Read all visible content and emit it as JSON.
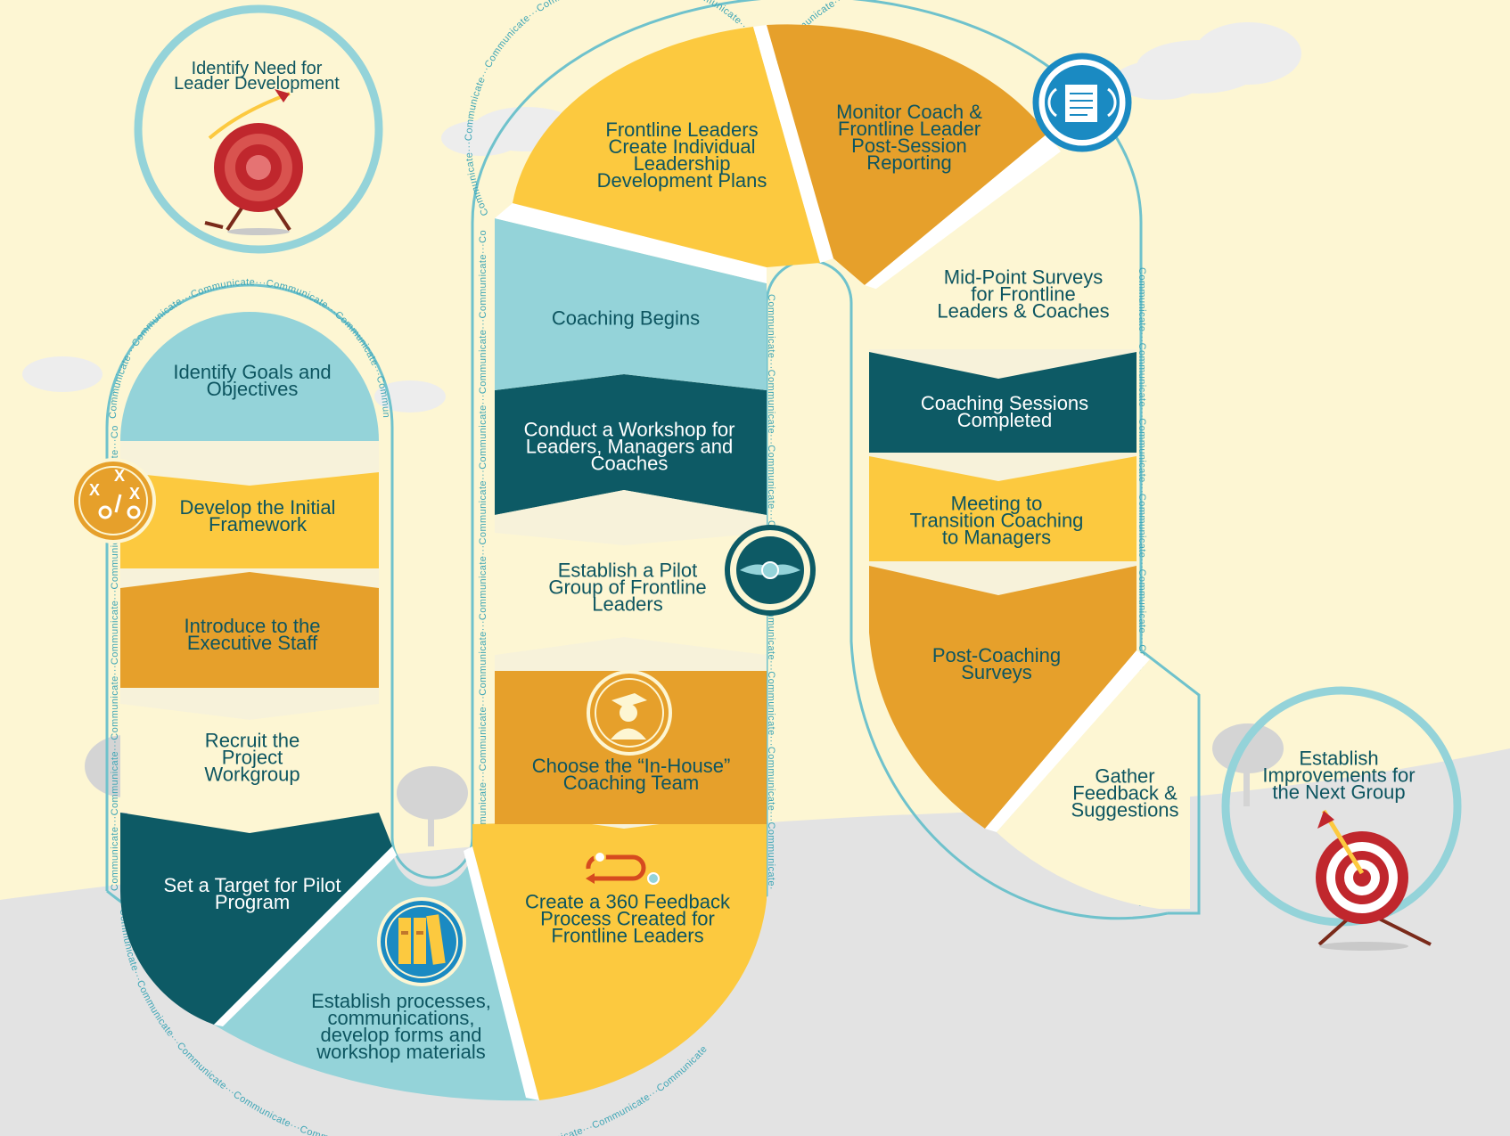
{
  "colors": {
    "background": "#fdf6d3",
    "ground": "#e3e3e3",
    "cloud": "#ededed",
    "tree": "#d4d4d4",
    "light_blue": "#94d3d9",
    "yellow": "#fcc93f",
    "orange": "#e6a02b",
    "dark_teal": "#0d5a65",
    "cream": "#fdf6d3",
    "border": "#6fc2cc",
    "text_dark": "#0d5560",
    "target_red": "#c0272d"
  },
  "path_text": "Communicate",
  "start_circle": {
    "label": "Identify Need for\nLeader Development",
    "icon": "target-arrow-icon"
  },
  "end_circle": {
    "label": "Establish\nImprovements for\nthe Next Group",
    "icon": "target-bullseye-icon"
  },
  "steps": [
    {
      "label": "Identify Goals and\nObjectives",
      "color": "light_blue"
    },
    {
      "label": "Develop the Initial\nFramework",
      "color": "yellow",
      "icon": "strategy-play-icon"
    },
    {
      "label": "Introduce to the\nExecutive Staff",
      "color": "orange"
    },
    {
      "label": "Recruit the\nProject\nWorkgroup",
      "color": "cream"
    },
    {
      "label": "Set a Target for Pilot\nProgram",
      "color": "dark_teal"
    },
    {
      "label": "Establish processes,\ncommunications,\ndevelop forms and\nworkshop materials",
      "color": "light_blue",
      "icon": "binders-icon"
    },
    {
      "label": "Create a 360 Feedback\nProcess Created for\nFrontline Leaders",
      "color": "yellow",
      "icon": "feedback-loop-icon"
    },
    {
      "label": "Choose the “In-House”\nCoaching Team",
      "color": "orange",
      "icon": "graduate-icon"
    },
    {
      "label": "Establish a Pilot\nGroup of Frontline\nLeaders",
      "color": "cream",
      "icon": "wings-badge-icon"
    },
    {
      "label": "Conduct a Workshop for\nLeaders, Managers and\nCoaches",
      "color": "dark_teal"
    },
    {
      "label": "Coaching Begins",
      "color": "light_blue"
    },
    {
      "label": "Frontline Leaders\nCreate Individual\nLeadership\nDevelopment Plans",
      "color": "yellow"
    },
    {
      "label": "Monitor Coach &\nFrontline Leader\nPost-Session\nReporting",
      "color": "orange",
      "icon": "report-document-icon"
    },
    {
      "label": "Mid-Point Surveys\nfor Frontline\nLeaders & Coaches",
      "color": "cream"
    },
    {
      "label": "Coaching Sessions\nCompleted",
      "color": "dark_teal"
    },
    {
      "label": "Meeting to\nTransition Coaching\nto Managers",
      "color": "yellow"
    },
    {
      "label": "Post-Coaching\nSurveys",
      "color": "orange"
    },
    {
      "label": "Gather\nFeedback &\nSuggestions",
      "color": "cream"
    }
  ]
}
